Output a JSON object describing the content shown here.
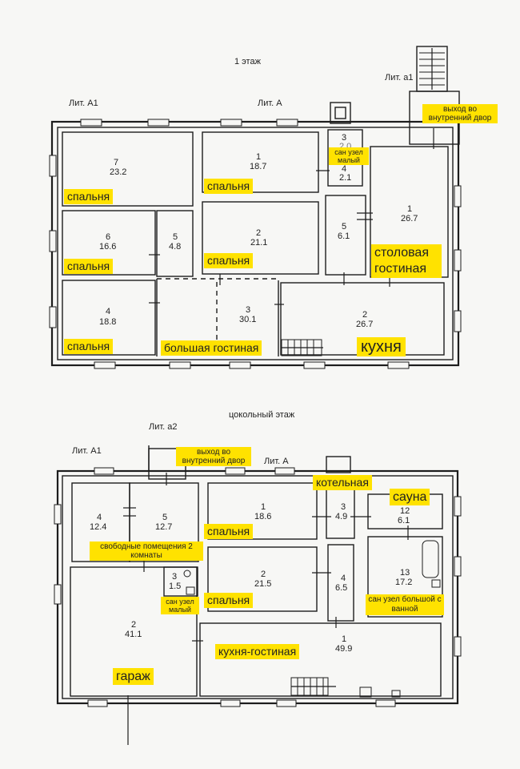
{
  "floors": [
    {
      "title": "1 этаж",
      "lit": [
        "Лит. А1",
        "Лит. А",
        "Лит. а1"
      ],
      "rooms": [
        {
          "num": "7",
          "area": "23.2"
        },
        {
          "num": "1",
          "area": "18.7"
        },
        {
          "num": "3",
          "area": "2.0"
        },
        {
          "num": "4",
          "area": "2.1"
        },
        {
          "num": "1",
          "area": "26.7"
        },
        {
          "num": "6",
          "area": "16.6"
        },
        {
          "num": "5",
          "area": "4.8"
        },
        {
          "num": "2",
          "area": "21.1"
        },
        {
          "num": "5",
          "area": "6.1"
        },
        {
          "num": "4",
          "area": "18.8"
        },
        {
          "num": "3",
          "area": "30.1"
        },
        {
          "num": "2",
          "area": "26.7"
        }
      ],
      "tags": [
        "спальня",
        "спальня",
        "сан узел малый",
        "выход во внутренний двор",
        "спальня",
        "спальня",
        "столовая гостиная",
        "спальня",
        "большая гостиная",
        "кухня"
      ]
    },
    {
      "title": "цокольный этаж",
      "lit": [
        "Лит. А1",
        "Лит. а2",
        "Лит. А"
      ],
      "rooms": [
        {
          "num": "4",
          "area": "12.4"
        },
        {
          "num": "5",
          "area": "12.7"
        },
        {
          "num": "1",
          "area": "18.6"
        },
        {
          "num": "3",
          "area": "4.9"
        },
        {
          "num": "12",
          "area": "6.1"
        },
        {
          "num": "3",
          "area": "1.5"
        },
        {
          "num": "2",
          "area": "21.5"
        },
        {
          "num": "4",
          "area": "6.5"
        },
        {
          "num": "13",
          "area": "17.2"
        },
        {
          "num": "2",
          "area": "41.1"
        },
        {
          "num": "1",
          "area": "49.9"
        }
      ],
      "tags": [
        "выход во внутренний двор",
        "котельная",
        "сауна",
        "спальня",
        "свободные помещения 2 комнаты",
        "сан узел малый",
        "спальня",
        "сан узел большой с ванной",
        "кухня-гостиная",
        "гараж"
      ]
    }
  ]
}
